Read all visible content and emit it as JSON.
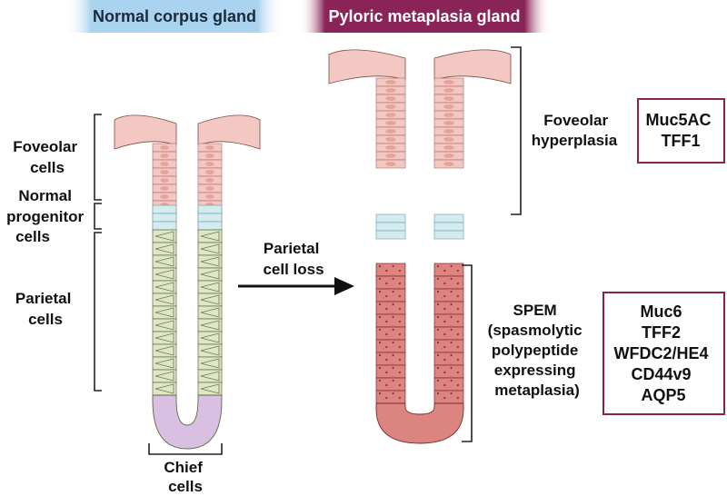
{
  "headers": {
    "normal": "Normal corpus gland",
    "pyloric": "Pyloric metaplasia gland"
  },
  "left_labels": {
    "foveolar": [
      "Foveolar",
      "cells"
    ],
    "progenitor": [
      "Normal",
      "progenitor",
      "cells"
    ],
    "parietal": [
      "Parietal",
      "cells"
    ],
    "chief": [
      "Chief",
      "cells"
    ]
  },
  "arrow_label": [
    "Parietal",
    "cell loss"
  ],
  "right_labels": {
    "foveolar_hyperplasia": [
      "Foveolar",
      "hyperplasia"
    ],
    "spem": [
      "SPEM",
      "(spasmolytic",
      "polypeptide",
      "expressing",
      "metaplasia)"
    ]
  },
  "marker_boxes": {
    "foveolar": [
      "Muc5AC",
      "TFF1"
    ],
    "spem": [
      "Muc6",
      "TFF2",
      "WFDC2/HE4",
      "CD44v9",
      "AQP5"
    ]
  },
  "colors": {
    "normal_header_bg": "#a9d3ee",
    "pyloric_header_bg": "#8a2458",
    "foveolar_cell": "#f4c8c2",
    "foveolar_nucleus": "#e7a39a",
    "progenitor_cell": "#d4ecf0",
    "parietal_cell": "#dfe6c8",
    "chief_cell": "#d9bfe2",
    "spem_cell": "#dc8580",
    "spem_granule": "#9e2537",
    "box_border": "#8a2440"
  }
}
